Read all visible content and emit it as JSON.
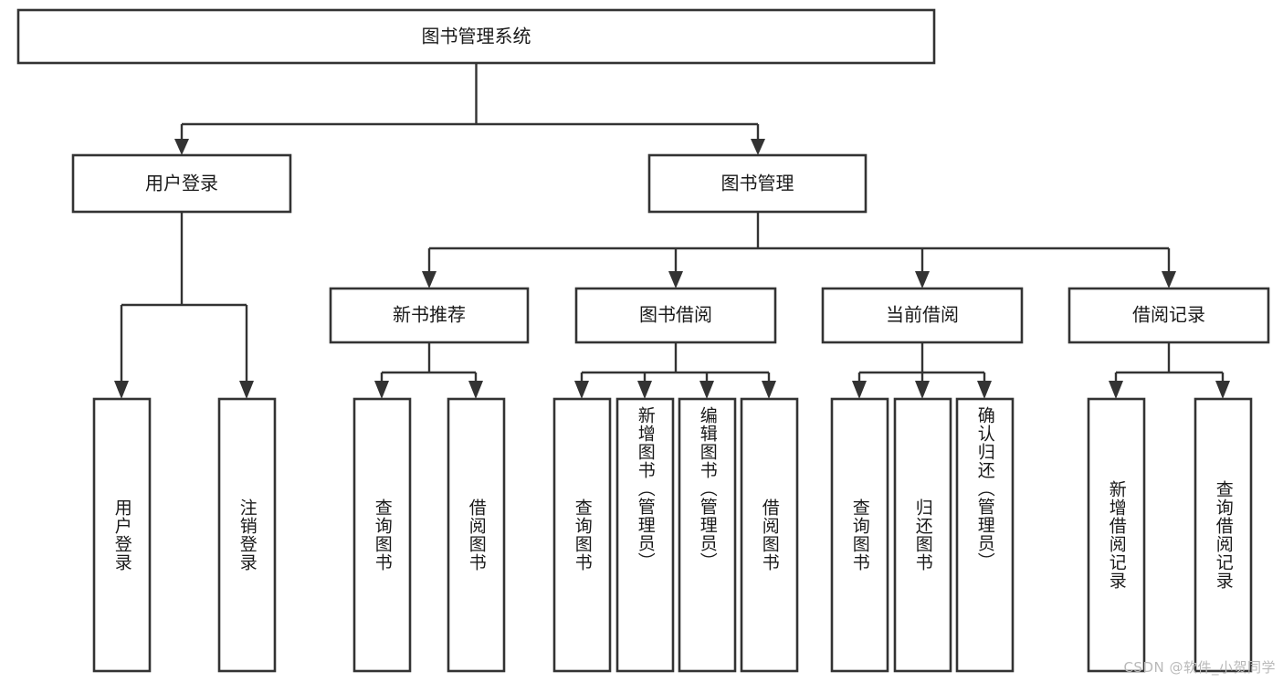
{
  "diagram": {
    "title": "图书管理系统",
    "type": "hierarchy-tree",
    "watermark": "CSDN @软件_小贺同学",
    "colors": {
      "stroke": "#333333",
      "fill": "#ffffff",
      "text": "#1a1a1a",
      "watermark": "#b9b9b9"
    },
    "root": {
      "label": "图书管理系统"
    },
    "level2": [
      {
        "label": "用户登录"
      },
      {
        "label": "图书管理"
      }
    ],
    "level3": [
      {
        "label": "新书推荐"
      },
      {
        "label": "图书借阅"
      },
      {
        "label": "当前借阅"
      },
      {
        "label": "借阅记录"
      }
    ],
    "leaves": {
      "user_login": [
        {
          "label": "用户登录"
        },
        {
          "label": "注销登录"
        }
      ],
      "new_book_recommend": [
        {
          "label": "查询图书"
        },
        {
          "label": "借阅图书"
        }
      ],
      "book_borrow": [
        {
          "label": "查询图书"
        },
        {
          "label": "新增图书（管理员）"
        },
        {
          "label": "编辑图书（管理员）"
        },
        {
          "label": "借阅图书"
        }
      ],
      "current_borrow": [
        {
          "label": "查询图书"
        },
        {
          "label": "归还图书"
        },
        {
          "label": "确认归还（管理员）"
        }
      ],
      "borrow_record": [
        {
          "label": "新增借阅记录"
        },
        {
          "label": "查询借阅记录"
        }
      ]
    }
  }
}
